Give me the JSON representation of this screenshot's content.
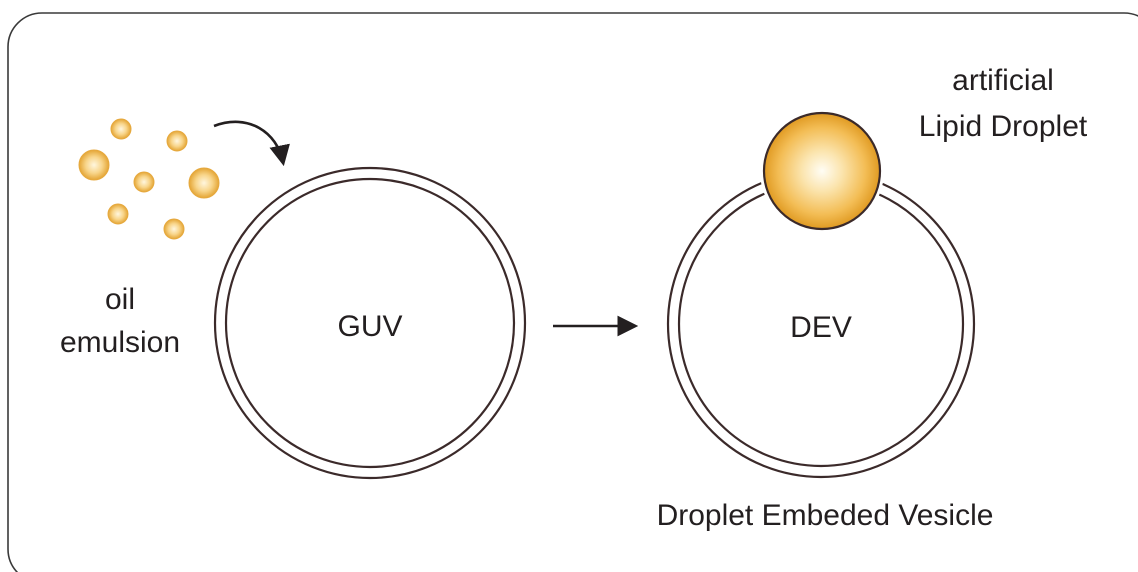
{
  "labels": {
    "oil_line1": "oil",
    "oil_line2": "emulsion",
    "guv": "GUV",
    "dev": "DEV",
    "lipid_line1": "artificial",
    "lipid_line2": "Lipid Droplet",
    "dev_caption": "Droplet Embeded Vesicle"
  },
  "colors": {
    "frame": "#3a3a3a",
    "membrane": "#3b2a2a",
    "droplet_core": "#fffdf5",
    "droplet_mid": "#f8cf7c",
    "droplet_edge": "#e09a22",
    "arrow": "#231f20",
    "text": "#231f20"
  }
}
